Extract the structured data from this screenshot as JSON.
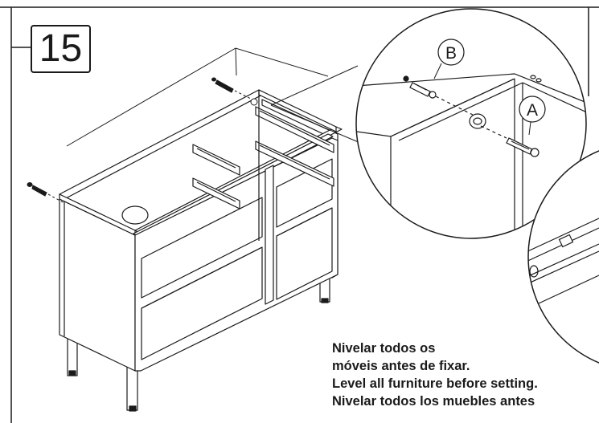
{
  "step": {
    "number": "15"
  },
  "callouts": {
    "a": "A",
    "b": "B"
  },
  "note": {
    "lines": [
      "Nivelar todos os",
      "móveis antes de fixar.",
      "Level all furniture before setting.",
      "Nivelar todos los muebles antes"
    ]
  },
  "colors": {
    "line": "#1a1a1a",
    "background": "#ffffff"
  }
}
